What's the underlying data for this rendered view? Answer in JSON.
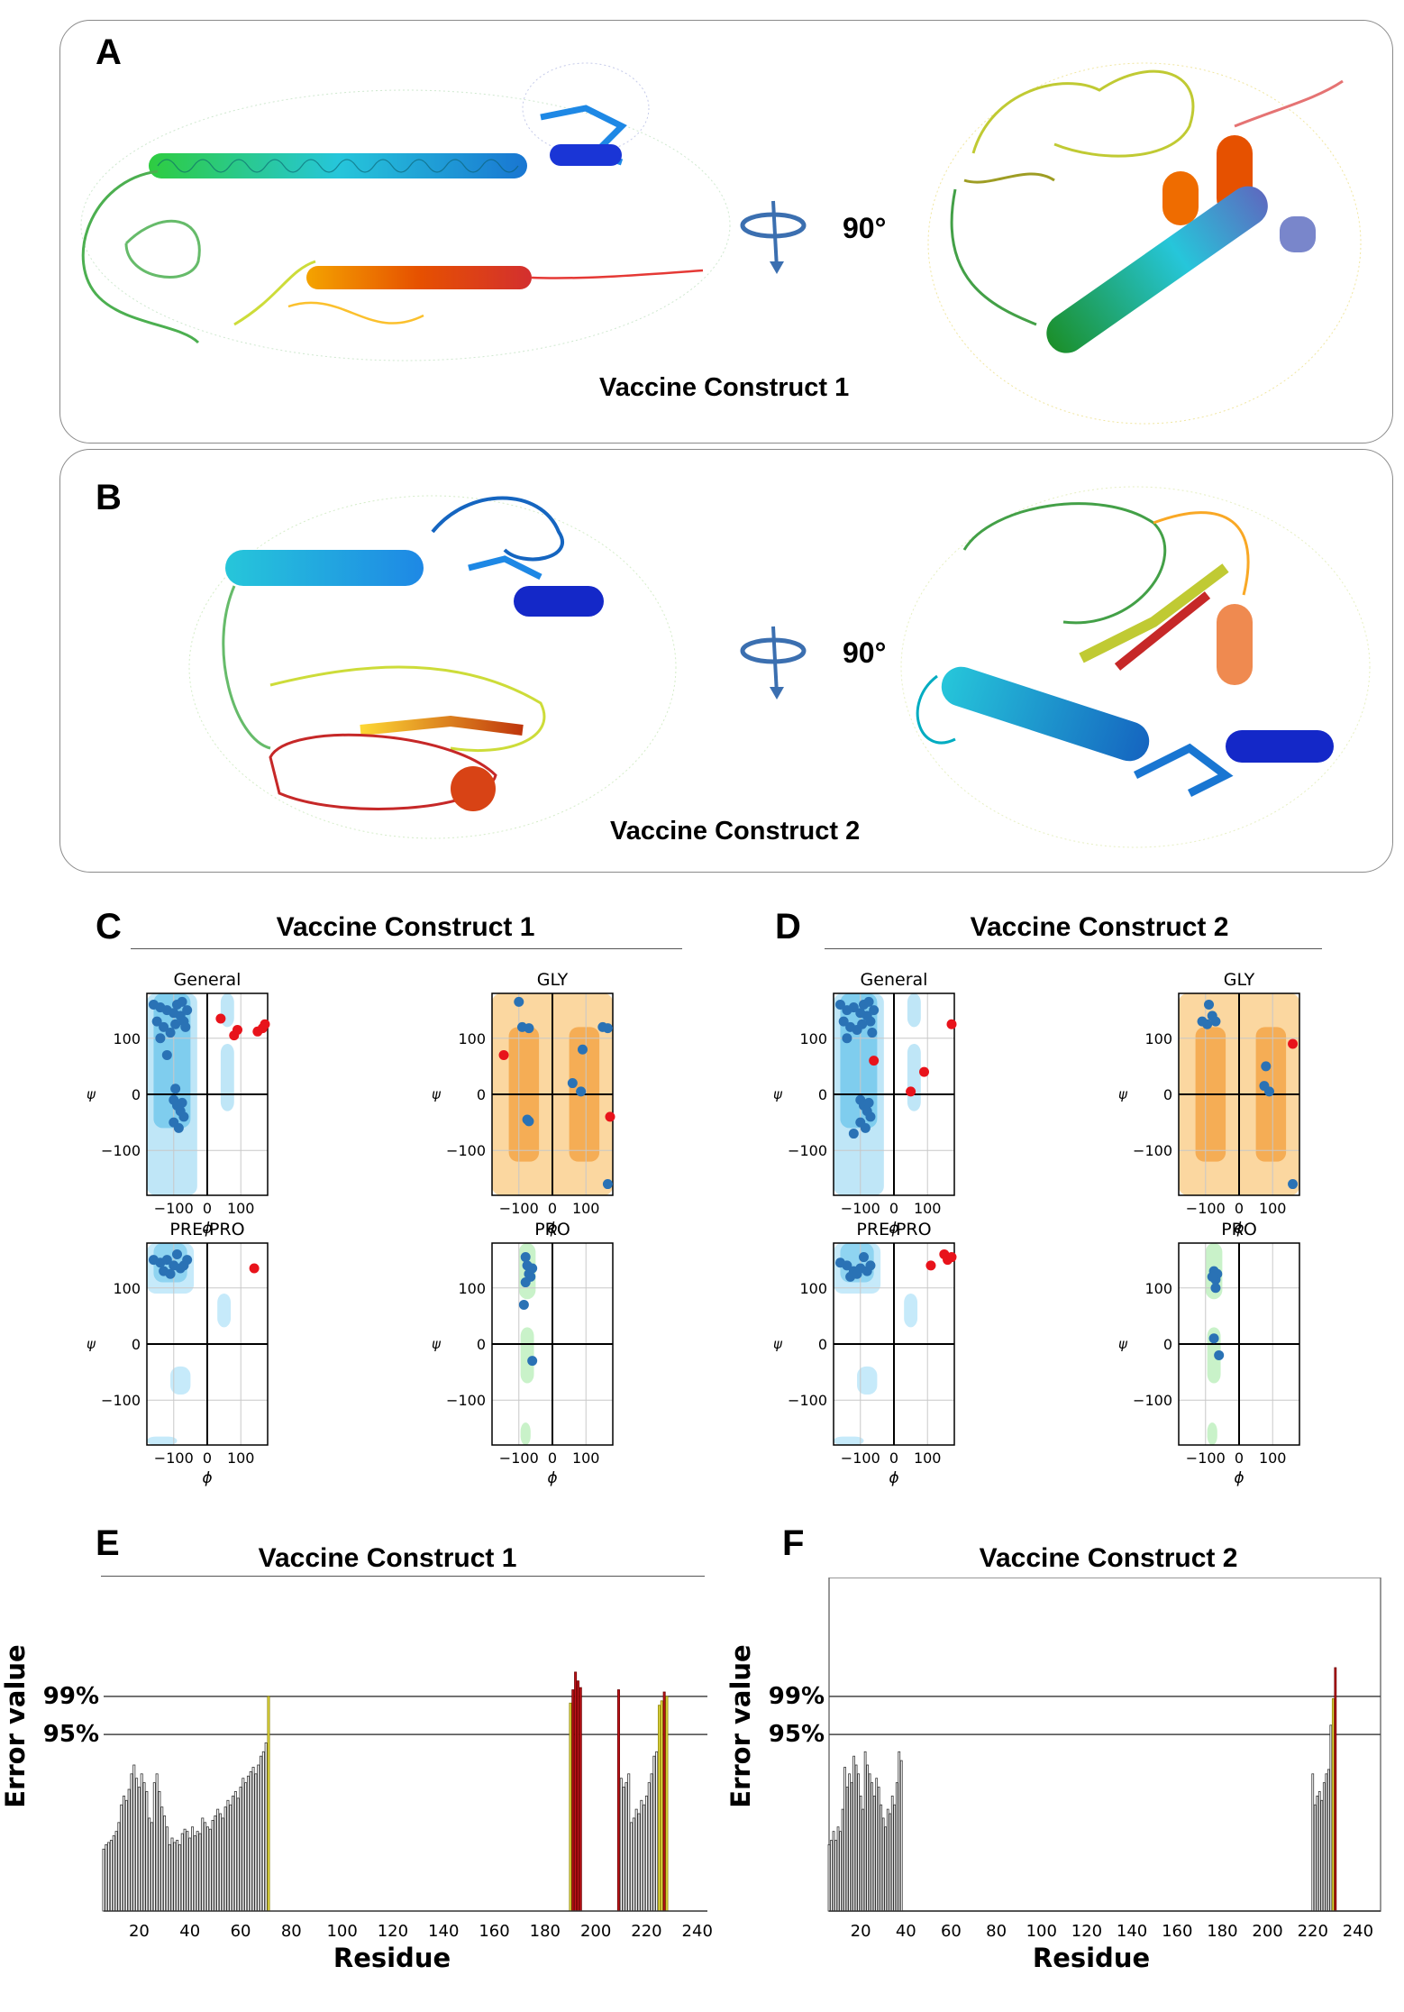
{
  "panels": {
    "A": {
      "label": "A",
      "caption": "Vaccine Construct 1",
      "rotation": "90°"
    },
    "B": {
      "label": "B",
      "caption": "Vaccine Construct 2",
      "rotation": "90°"
    }
  },
  "ramachandran": [
    {
      "label": "C",
      "title": "Vaccine Construct 1",
      "plots": [
        {
          "title": "General",
          "kind": "general",
          "points_allowed": [
            [
              -160,
              160
            ],
            [
              -140,
              155
            ],
            [
              -120,
              150
            ],
            [
              -100,
              145
            ],
            [
              -90,
              160
            ],
            [
              -80,
              140
            ],
            [
              -70,
              130
            ],
            [
              -60,
              150
            ],
            [
              -130,
              120
            ],
            [
              -110,
              110
            ],
            [
              -150,
              130
            ],
            [
              -95,
              125
            ],
            [
              -75,
              165
            ],
            [
              -120,
              70
            ],
            [
              -100,
              -10
            ],
            [
              -90,
              -20
            ],
            [
              -80,
              -30
            ],
            [
              -70,
              -40
            ],
            [
              -100,
              -50
            ],
            [
              -85,
              -60
            ],
            [
              -95,
              10
            ],
            [
              -75,
              -15
            ],
            [
              -140,
              100
            ],
            [
              -65,
              120
            ]
          ],
          "points_outlier": [
            [
              40,
              135
            ],
            [
              80,
              105
            ],
            [
              90,
              115
            ],
            [
              150,
              112
            ],
            [
              165,
              118
            ],
            [
              175,
              125
            ]
          ]
        },
        {
          "title": "GLY",
          "kind": "gly",
          "points_allowed": [
            [
              -100,
              165
            ],
            [
              -90,
              120
            ],
            [
              -70,
              118
            ],
            [
              -75,
              -45
            ],
            [
              -70,
              -48
            ],
            [
              90,
              80
            ],
            [
              60,
              20
            ],
            [
              85,
              5
            ],
            [
              150,
              120
            ],
            [
              165,
              118
            ],
            [
              165,
              -160
            ]
          ],
          "points_outlier": [
            [
              -145,
              70
            ],
            [
              178,
              -40
            ]
          ]
        },
        {
          "title": "PRE-PRO",
          "kind": "prepro",
          "points_allowed": [
            [
              -160,
              150
            ],
            [
              -140,
              145
            ],
            [
              -120,
              150
            ],
            [
              -100,
              140
            ],
            [
              -90,
              160
            ],
            [
              -80,
              135
            ],
            [
              -70,
              140
            ],
            [
              -60,
              150
            ],
            [
              -130,
              130
            ],
            [
              -110,
              125
            ]
          ],
          "points_outlier": [
            [
              140,
              135
            ]
          ]
        },
        {
          "title": "PRO",
          "kind": "pro",
          "points_allowed": [
            [
              -80,
              155
            ],
            [
              -75,
              140
            ],
            [
              -70,
              125
            ],
            [
              -65,
              120
            ],
            [
              -60,
              135
            ],
            [
              -80,
              110
            ],
            [
              -85,
              70
            ],
            [
              -60,
              -30
            ]
          ],
          "points_outlier": []
        }
      ]
    },
    {
      "label": "D",
      "title": "Vaccine Construct 2",
      "plots": [
        {
          "title": "General",
          "kind": "general",
          "points_allowed": [
            [
              -160,
              160
            ],
            [
              -140,
              150
            ],
            [
              -120,
              155
            ],
            [
              -100,
              145
            ],
            [
              -90,
              160
            ],
            [
              -80,
              140
            ],
            [
              -70,
              130
            ],
            [
              -60,
              150
            ],
            [
              -130,
              120
            ],
            [
              -110,
              115
            ],
            [
              -150,
              130
            ],
            [
              -95,
              125
            ],
            [
              -75,
              165
            ],
            [
              -100,
              -10
            ],
            [
              -90,
              -20
            ],
            [
              -80,
              -30
            ],
            [
              -70,
              -40
            ],
            [
              -100,
              -50
            ],
            [
              -85,
              -60
            ],
            [
              -75,
              -15
            ],
            [
              -140,
              100
            ],
            [
              -65,
              110
            ],
            [
              -120,
              -70
            ]
          ],
          "points_outlier": [
            [
              -60,
              60
            ],
            [
              50,
              5
            ],
            [
              90,
              40
            ],
            [
              175,
              125
            ]
          ]
        },
        {
          "title": "GLY",
          "kind": "gly",
          "points_allowed": [
            [
              -90,
              160
            ],
            [
              -110,
              130
            ],
            [
              -95,
              125
            ],
            [
              -80,
              140
            ],
            [
              -70,
              130
            ],
            [
              80,
              50
            ],
            [
              75,
              15
            ],
            [
              90,
              5
            ],
            [
              160,
              -160
            ]
          ],
          "points_outlier": [
            [
              160,
              90
            ]
          ]
        },
        {
          "title": "PRE-PRO",
          "kind": "prepro",
          "points_allowed": [
            [
              -160,
              145
            ],
            [
              -140,
              140
            ],
            [
              -120,
              130
            ],
            [
              -100,
              135
            ],
            [
              -90,
              155
            ],
            [
              -80,
              130
            ],
            [
              -70,
              140
            ],
            [
              -130,
              120
            ],
            [
              -110,
              125
            ]
          ],
          "points_outlier": [
            [
              110,
              140
            ],
            [
              150,
              160
            ],
            [
              160,
              150
            ],
            [
              175,
              155
            ]
          ]
        },
        {
          "title": "PRO",
          "kind": "pro",
          "points_allowed": [
            [
              -75,
              130
            ],
            [
              -70,
              115
            ],
            [
              -65,
              125
            ],
            [
              -80,
              120
            ],
            [
              -70,
              100
            ],
            [
              -75,
              10
            ],
            [
              -60,
              -20
            ]
          ],
          "points_outlier": []
        }
      ]
    }
  ],
  "rama_axes": {
    "x_label": "ϕ",
    "y_label": "ψ",
    "ticks": [
      "-100",
      "0",
      "100"
    ]
  },
  "errat": [
    {
      "label": "E",
      "title": "Vaccine Construct 1",
      "ylabel": "Error value",
      "xlabel": "Residue",
      "thresholds": [
        "99%",
        "95%"
      ],
      "xticks": [
        "20",
        "40",
        "60",
        "80",
        "100",
        "120",
        "140",
        "160",
        "180",
        "200",
        "220",
        "240"
      ],
      "first_residue": 6,
      "segments": [
        {
          "start": 6,
          "values": [
            28,
            30,
            31,
            32,
            34,
            36,
            40,
            48,
            52,
            50,
            55,
            62,
            66,
            60,
            56,
            62,
            58,
            54,
            42,
            40,
            58,
            62,
            54,
            47,
            43,
            38,
            30,
            33,
            31,
            32,
            30,
            35,
            37,
            36,
            33,
            38,
            34,
            36,
            35,
            42,
            40,
            38,
            37,
            41,
            43,
            46,
            44,
            42,
            47,
            50,
            48,
            52,
            54,
            51,
            56,
            60,
            58,
            61,
            63,
            65,
            62,
            66,
            70,
            72,
            76,
            97
          ]
        },
        {
          "start": 190,
          "values": [
            94,
            100,
            108,
            104,
            101
          ]
        },
        {
          "start": 209,
          "values": [
            100,
            60,
            56,
            58,
            62,
            40,
            42,
            46,
            44,
            50,
            48,
            52,
            58,
            62,
            70,
            72,
            93,
            95,
            99,
            97
          ]
        }
      ]
    },
    {
      "label": "F",
      "title": "Vaccine Construct 2",
      "ylabel": "Error value",
      "xlabel": "Residue",
      "thresholds": [
        "99%",
        "95%"
      ],
      "xticks": [
        "20",
        "40",
        "60",
        "80",
        "100",
        "120",
        "140",
        "160",
        "180",
        "200",
        "220",
        "240"
      ],
      "first_residue": 6,
      "segments": [
        {
          "start": 6,
          "values": [
            30,
            32,
            36,
            32,
            38,
            36,
            46,
            65,
            56,
            62,
            58,
            70,
            66,
            62,
            52,
            46,
            72,
            66,
            62,
            58,
            52,
            60,
            56,
            48,
            42,
            38,
            46,
            44,
            52,
            48,
            58,
            72,
            68
          ]
        },
        {
          "start": 220,
          "values": [
            62,
            48,
            52,
            54,
            50,
            58,
            62,
            64,
            84,
            96,
            110
          ]
        }
      ]
    }
  ]
}
